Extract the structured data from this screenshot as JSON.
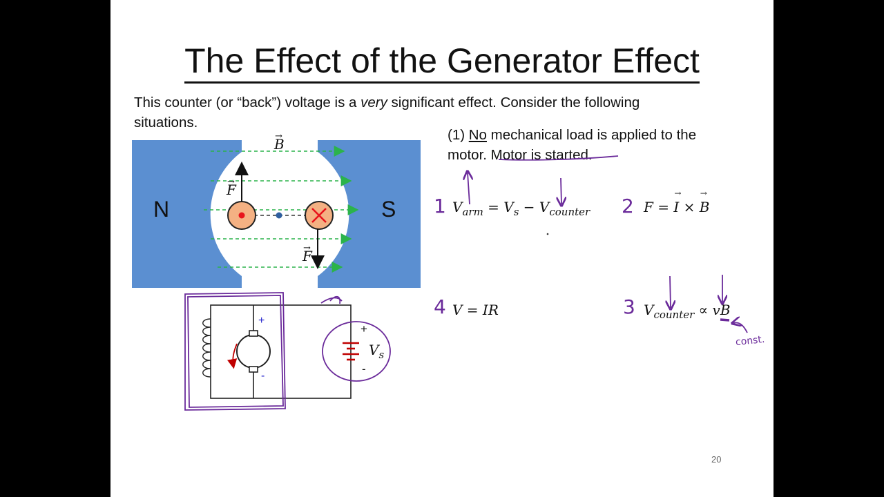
{
  "slide": {
    "title": "The Effect of the Generator Effect",
    "intro": {
      "before": "This counter (or “back”) voltage is a ",
      "emph": "very",
      "after": " significant effect.  Consider the following situations."
    },
    "case1": {
      "prefix": "(1) ",
      "underlined": "No",
      "text": " mechanical load is applied to the motor.  Motor is started."
    },
    "page_number": "20"
  },
  "diagram": {
    "pole_north": "N",
    "pole_south": "S",
    "field_label": "B",
    "force_label": "F",
    "plus": "+",
    "minus": "-",
    "source_label": "V",
    "source_sub": "s"
  },
  "equations": {
    "eq1": {
      "num": "1",
      "v": "V",
      "arm_sub": "arm",
      "eq": " = ",
      "vs": "V",
      "vs_sub": "s",
      "minus": " − ",
      "vc": "V",
      "vc_sub": "counter"
    },
    "eq2": {
      "num": "2",
      "lhs": "F",
      "eq": " = ",
      "i": "I",
      "cross": " × ",
      "b": "B"
    },
    "eq3": {
      "num": "3",
      "vc": "V",
      "vc_sub": "counter",
      "prop": " ∝ ",
      "vb": "vB",
      "note": "const."
    },
    "eq4": {
      "num": "4",
      "text": "V = IR"
    }
  },
  "colors": {
    "magnet": "#5b8fd1",
    "field_lines": "#2bb34b",
    "conductor_fill": "#f4b183",
    "conductor_mark": "#e8141c",
    "ink": "#6a2a9a",
    "battery": "#c00000"
  }
}
